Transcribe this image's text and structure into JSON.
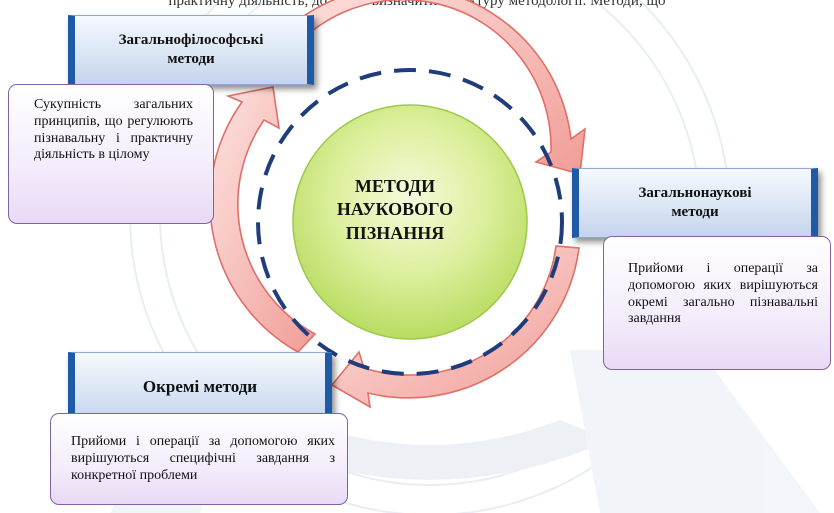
{
  "header_text": "практичну діяльність, дозволяє визначити структуру методології. Методи, що",
  "center": {
    "title_line1": "МЕТОДИ",
    "title_line2": "НАУКОВОГО",
    "title_line3": "ПІЗНАННЯ"
  },
  "methods": {
    "general_philosophical": {
      "title_line1": "Загальнофілософські",
      "title_line2": "методи",
      "description": "Сукупність загальних принципів, що регулюють пізнавальну і практичну діяльність в цілому"
    },
    "general_scientific": {
      "title_line1": "Загальнонаукові",
      "title_line2": "методи",
      "description": "Прийоми і операції за допомогою яких вирішуються окремі загально пізнавальні завдання"
    },
    "specific": {
      "title": "Окремі методи",
      "description": "Прийоми і операції за допомогою яких вирішуються специфічні завдання з конкретної проблеми"
    }
  },
  "colors": {
    "method_box_accent": "#1f5aa6",
    "description_border": "#8064a2",
    "arrow_fill": "#f4a7a3",
    "dashed_circle": "#1f3d7a",
    "center_circle": "#d4ec86"
  }
}
